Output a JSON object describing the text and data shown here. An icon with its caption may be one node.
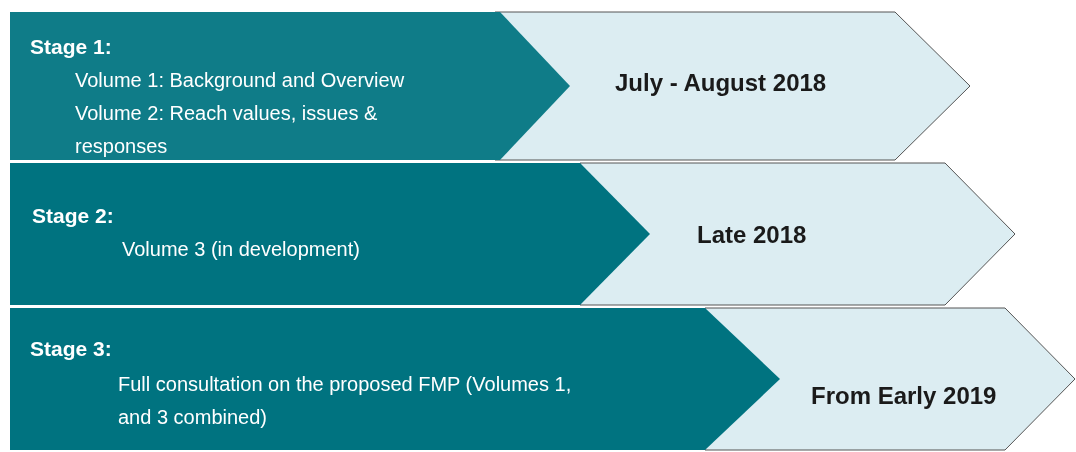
{
  "diagram": {
    "nodes": [
      {
        "text": [
          "Stage 1:",
          "Volume 1: Background and Overview",
          "Volume 2: Reach values, issues & responses"
        ]
      },
      {
        "text": [
          "July - August 2018"
        ]
      },
      {
        "text": [
          "Stage 2:",
          "Volume 3 (in development)"
        ]
      },
      {
        "text": [
          "Late 2018"
        ]
      },
      {
        "text": [
          "Stage 3:",
          "Full consultation on the proposed FMP (Volumes 1, and 3 combined)"
        ]
      },
      {
        "text": [
          "From Early 2019"
        ]
      }
    ]
  }
}
